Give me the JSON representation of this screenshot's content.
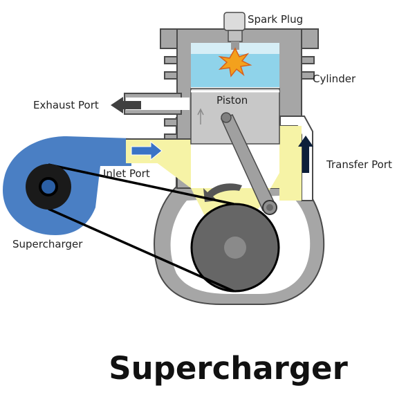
{
  "labels": {
    "spark_plug": "Spark Plug",
    "cylinder": "Cylinder",
    "piston": "Piston",
    "exhaust_port": "Exhaust Port",
    "inlet_port": "Inlet Port",
    "transfer_port": "Transfer Port",
    "supercharger": "Supercharger"
  },
  "caption": "Supercharger",
  "colors": {
    "casing": "#a6a6a6",
    "casing_outline": "#4a4a4a",
    "combustion": "#8fd3ea",
    "charge": "#f6f3a6",
    "supercharger": "#4a7fc4",
    "piston": "#c8c8c8",
    "crank": "#666666",
    "belt": "#000000",
    "arrow_exhaust": "#404040",
    "arrow_inlet": "#3a73c6",
    "arrow_transfer": "#0d1f3a"
  }
}
